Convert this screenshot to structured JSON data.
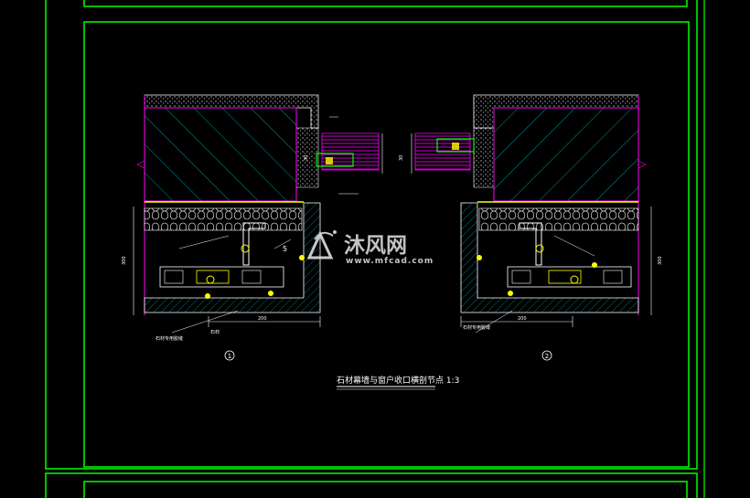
{
  "drawing": {
    "caption": "石材幕墙与窗户收口横剖节点 1:3",
    "detail_1_marker": "1",
    "detail_2_marker": "2",
    "left_detail": {
      "dim_bottom": "200",
      "dim_side": "300",
      "dim_window": "30",
      "stone_label": "石材专用胶缝",
      "bottom_note": "石材",
      "callout_5": "5"
    },
    "right_detail": {
      "dim_bottom": "200",
      "dim_side": "300",
      "dim_window": "30",
      "stone_label": "石材专用胶缝"
    }
  },
  "watermark": {
    "brand": "沐风网",
    "url": "www.mfcad.com"
  },
  "colors": {
    "background": "#000000",
    "frame": "#00ff00",
    "wall_hatch": "#00cccc",
    "structure": "#ff00ff",
    "dimension": "#ffffff",
    "fastener": "#ffff00"
  }
}
